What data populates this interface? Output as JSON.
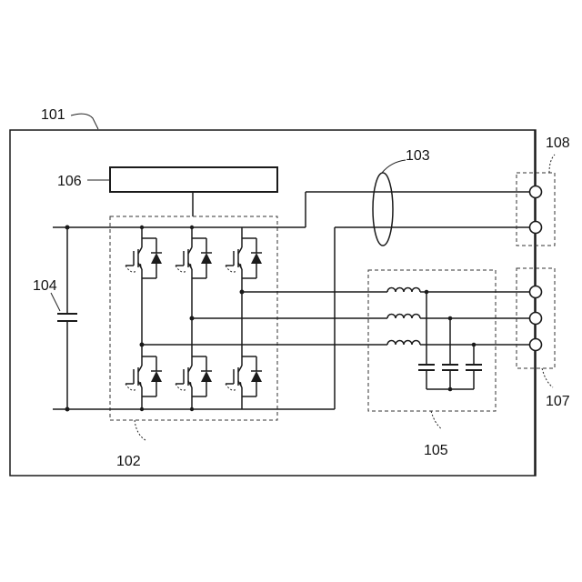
{
  "labels": {
    "housing": "101",
    "inverter": "102",
    "output_lines": "103",
    "capacitor": "104",
    "filter": "105",
    "controller": "106",
    "ac_terminals": "107",
    "dc_terminals": "108"
  },
  "stroke_color": "#1a1a1a",
  "background": "#ffffff"
}
